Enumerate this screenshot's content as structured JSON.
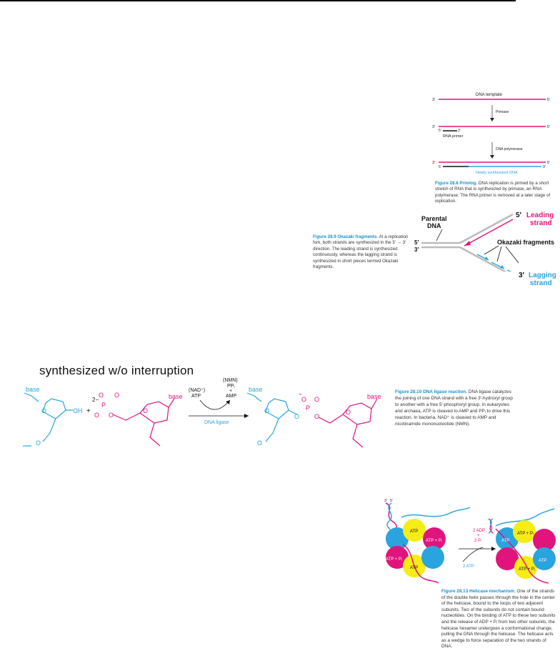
{
  "handwritten_note": "synthesized w/o interruption",
  "fig28_8": {
    "template_label": "DNA template",
    "three_prime": "3′",
    "five_prime": "5′",
    "primase": "Primase",
    "rna_primer": "RNA primer",
    "dna_polymerase": "DNA polymerase",
    "newly_synthesized": "Newly synthesized DNA",
    "caption_number": "Figure 28.8",
    "caption_title": "Priming.",
    "caption_body": "DNA replication is primed by a short stretch of RNA that is synthesized by primase, an RNA polymerase. The RNA primer is removed at a later stage of replication."
  },
  "fig28_9": {
    "parental_1": "Parental",
    "parental_2": "DNA",
    "five_prime": "5′",
    "three_prime": "3′",
    "leading_prime": "5′",
    "leading_1": "Leading",
    "leading_2": "strand",
    "okazaki": "Okazaki fragments",
    "lagging_prime": "3′",
    "lagging_1": "Lagging",
    "lagging_2": "strand",
    "caption_number": "Figure 28.9",
    "caption_title": "Okazaki fragments.",
    "caption_body": "At a replication fork, both strands are synthesized in the 5′ → 3′ direction. The leading strand is synthesized continuously, whereas the lagging strand is synthesized in short pieces termed Okazaki fragments."
  },
  "fig28_10": {
    "base": "base",
    "oh": "OH",
    "plus": "+",
    "charge": "2−",
    "minus": "−",
    "o": "O",
    "p": "P",
    "nad": "(NAD⁺)",
    "atp": "ATP",
    "nmn": "(NMN)",
    "ppi": "PPᵢ",
    "plus2": "+",
    "amp": "AMP",
    "enzyme": "DNA ligase",
    "caption_number": "Figure 28.10",
    "caption_title": "DNA ligase reaction.",
    "caption_body": "DNA ligase catalyzes the joining of one DNA strand with a free 3′-hydroxyl group to another with a free 5′-phosphoryl group. In eukaryotes and archaea, ATP is cleaved to AMP and PPᵢ to drive this reaction. In bacteria, NAD⁺ is cleaved to AMP and nicotinamide mononucleotide (NMN)."
  },
  "fig28_13": {
    "end_3": "3′",
    "end_5": "5′",
    "atp": "ATP",
    "atp_pi": "ATP + Pᵢ",
    "two_adp": "2 ADP",
    "plus": "+",
    "two_pi": "2 Pᵢ",
    "two_atp": "2 ATP",
    "caption_number": "Figure 28.13",
    "caption_title": "Helicase mechanism.",
    "caption_body": "One of the strands of the double helix passes through the hole in the center of the helicase, bound to the loops of two adjacent subunits. Two of the subunits do not contain bound nucleotides. On the binding of ATP to these two subunits and the release of ADP + Pᵢ from two other subunits, the helicase hexamer undergoes a conformational change, pulling the DNA through the helicase. The helicase acts as a wedge to force separation of the two strands of DNA."
  },
  "colors": {
    "magenta": "#e0147c",
    "blue": "#2aa4de",
    "yellow": "#f6ec16",
    "ink": "#111111"
  }
}
